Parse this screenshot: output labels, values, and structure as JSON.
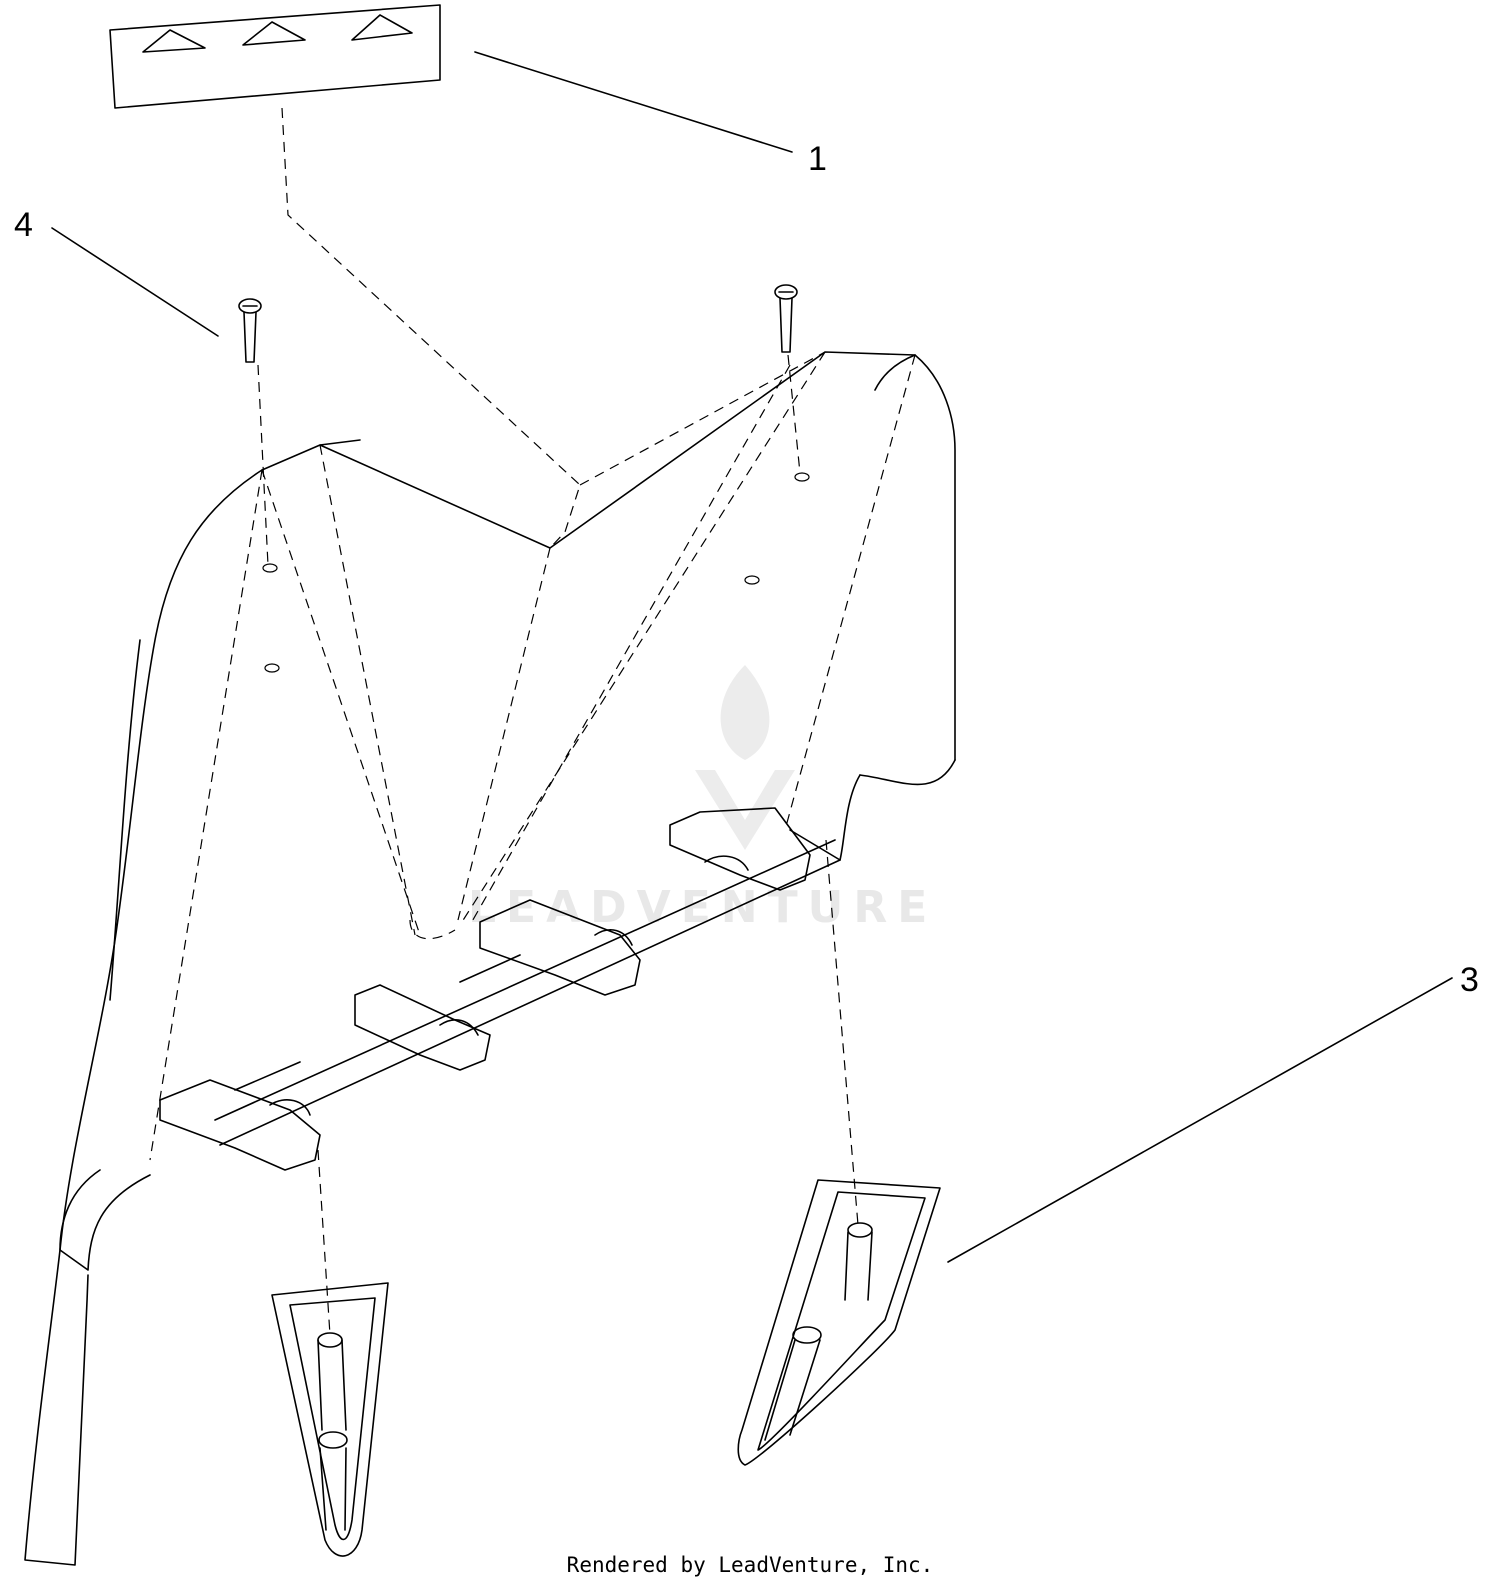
{
  "callouts": {
    "c1": "1",
    "c3": "3",
    "c4": "4"
  },
  "watermark": {
    "text": "LEADVENTURE"
  },
  "footer": {
    "text": "Rendered by LeadVenture, Inc."
  },
  "colors": {
    "line": "#000000",
    "watermark": "#e8e8e8",
    "background": "#ffffff"
  }
}
